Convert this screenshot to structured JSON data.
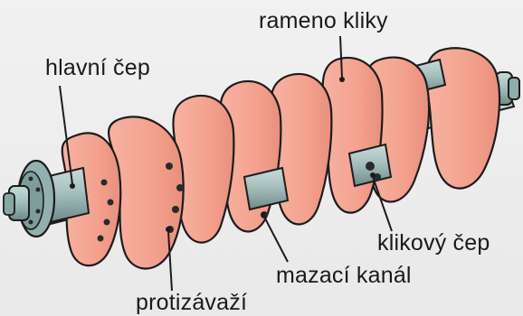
{
  "labels": {
    "main_journal": "hlavní čep",
    "crank_arm": "rameno kliky",
    "crank_pin": "klikový čep",
    "oil_channel": "mazací kanál",
    "counterweight": "protizávaží"
  },
  "colors": {
    "web_fill": "#f5a593",
    "web_shadow": "#e58f7d",
    "shaft_fill": "#a9c3c1",
    "shaft_dark": "#6f8e8c",
    "outline": "#1c1c1c",
    "background": "#ededed"
  }
}
